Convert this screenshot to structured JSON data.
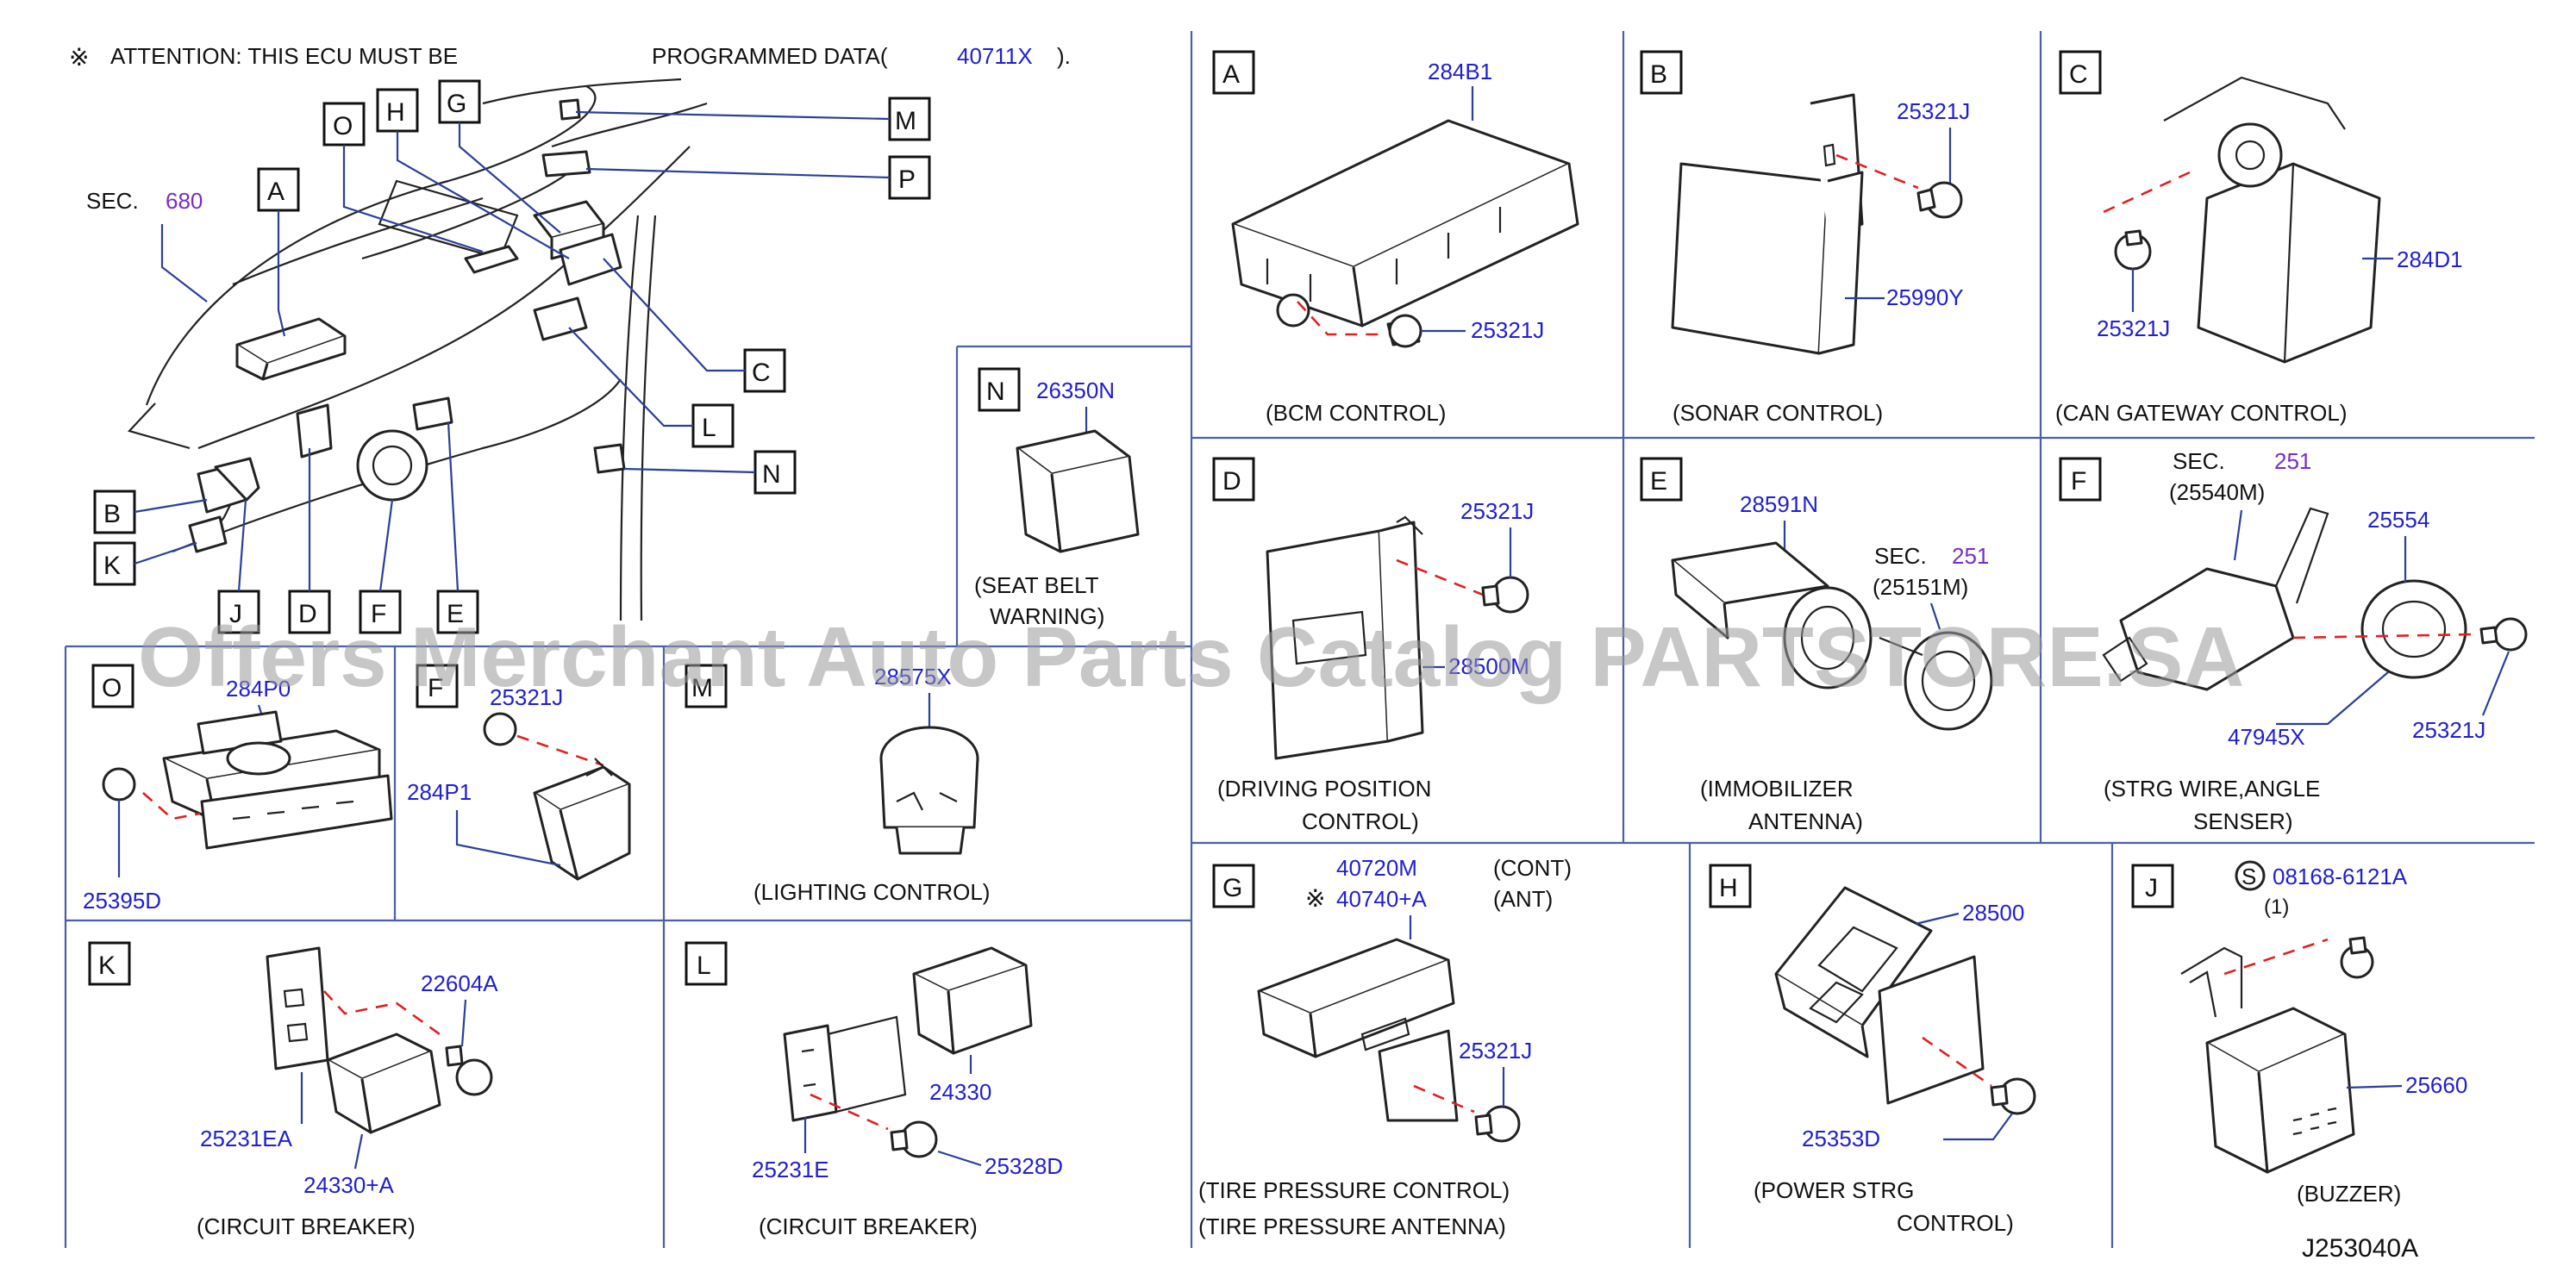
{
  "attention": {
    "mark": "※",
    "text_1": "ATTENTION:  THIS  ECU  MUST  BE",
    "text_2": "PROGRAMMED  DATA(",
    "number": "40711X",
    "close": ")."
  },
  "overview": {
    "sec_prefix": "SEC.",
    "sec_number": "680",
    "callouts": [
      "A",
      "O",
      "H",
      "G",
      "M",
      "P",
      "C",
      "L",
      "N",
      "B",
      "K",
      "J",
      "D",
      "F",
      "E"
    ]
  },
  "panels": {
    "A": {
      "letter": "A",
      "parts": [
        "284B1",
        "25321J"
      ],
      "caption": "(BCM   CONTROL)"
    },
    "B": {
      "letter": "B",
      "parts": [
        "25321J",
        "25990Y"
      ],
      "caption": "(SONAR   CONTROL)"
    },
    "C": {
      "letter": "C",
      "parts": [
        "284D1",
        "25321J"
      ],
      "caption": "(CAN   GATEWAY   CONTROL)"
    },
    "N": {
      "letter": "N",
      "parts": [
        "26350N"
      ],
      "caption_1": "(SEAT   BELT",
      "caption_2": "WARNING)"
    },
    "D": {
      "letter": "D",
      "parts": [
        "25321J",
        "28500M"
      ],
      "caption_1": "(DRIVING   POSITION",
      "caption_2": "CONTROL)"
    },
    "E": {
      "letter": "E",
      "parts": [
        "28591N"
      ],
      "sec_prefix": "SEC.",
      "sec_number": "251",
      "sec_part": "(25151M)",
      "caption_1": "(IMMOBILIZER",
      "caption_2": "ANTENNA)"
    },
    "F2": {
      "letter": "F",
      "sec_prefix": "SEC.",
      "sec_number": "251",
      "sec_part": "(25540M)",
      "parts": [
        "25554",
        "47945X",
        "25321J"
      ],
      "caption_1": "(STRG   WIRE,ANGLE",
      "caption_2": "SENSER)"
    },
    "O": {
      "letter": "O",
      "parts": [
        "284P0",
        "25395D"
      ]
    },
    "F": {
      "letter": "F",
      "parts": [
        "25321J",
        "284P1"
      ]
    },
    "M": {
      "letter": "M",
      "parts": [
        "28575X"
      ],
      "caption": "(LIGHTING   CONTROL)"
    },
    "G": {
      "letter": "G",
      "parts": [
        "40720M",
        "40740+A",
        "25321J"
      ],
      "cont": "(CONT)",
      "ant": "(ANT)",
      "mark": "※",
      "caption_1": "(TIRE   PRESSURE   CONTROL)",
      "caption_2": "(TIRE   PRESSURE   ANTENNA)"
    },
    "H": {
      "letter": "H",
      "parts": [
        "28500",
        "25353D"
      ],
      "caption_1": "(POWER   STRG",
      "caption_2": "CONTROL)"
    },
    "J": {
      "letter": "J",
      "s_mark": "S",
      "parts": [
        "08168-6121A",
        "25660"
      ],
      "qty": "(1)",
      "caption": "(BUZZER)"
    },
    "K": {
      "letter": "K",
      "parts": [
        "22604A",
        "25231EA",
        "24330+A"
      ],
      "caption": "(CIRCUIT    BREAKER)"
    },
    "L": {
      "letter": "L",
      "parts": [
        "24330",
        "25231E",
        "25328D"
      ],
      "caption": "(CIRCUIT    BREAKER)"
    }
  },
  "diagram_code": "J253040A",
  "watermark": "Offers Merchant Auto Parts Catalog PARTSTORE.SA"
}
